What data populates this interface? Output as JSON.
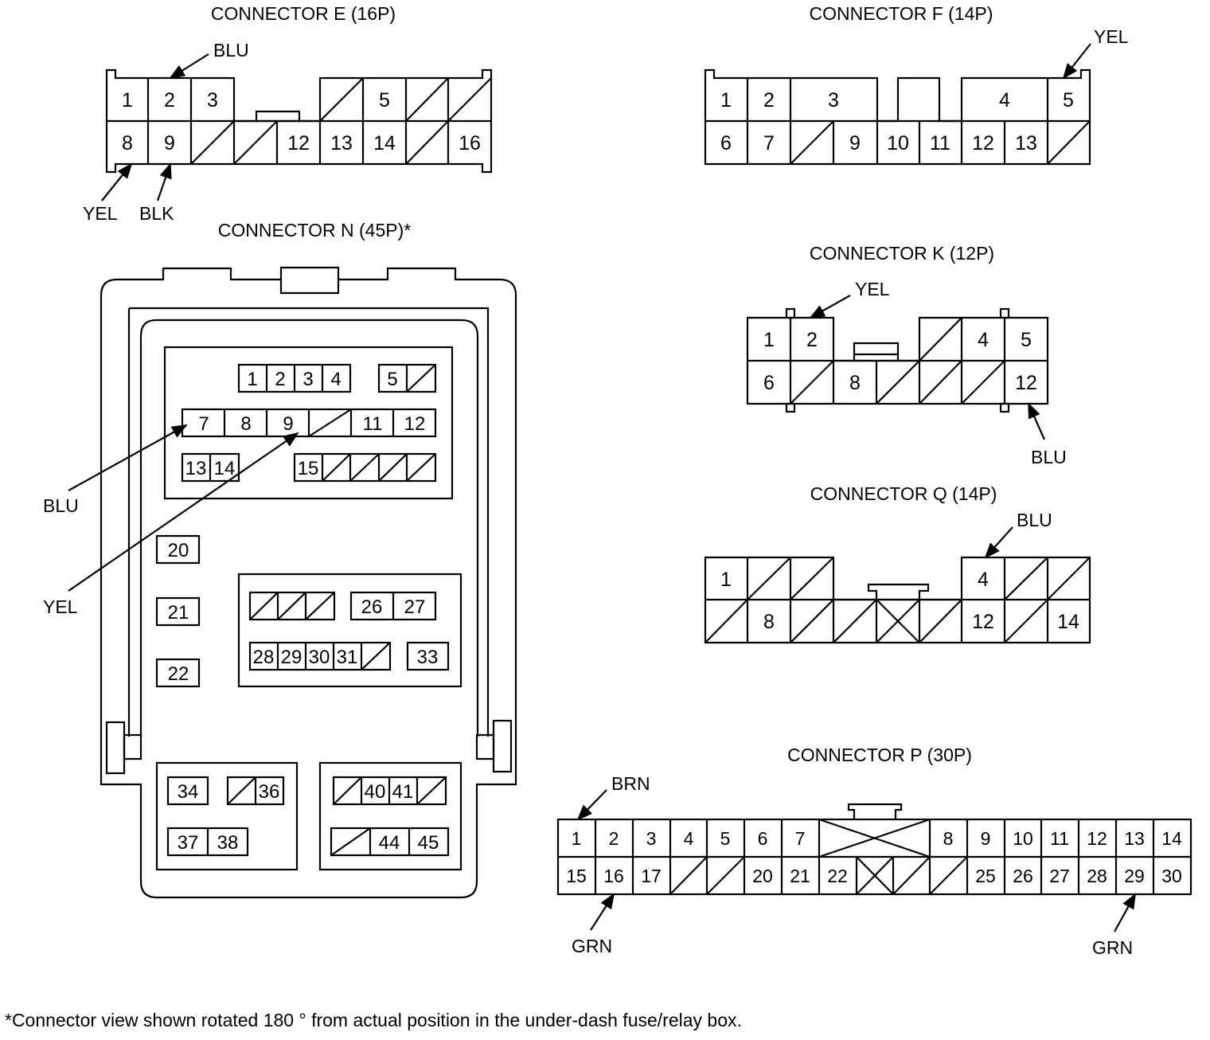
{
  "connectors": {
    "e": {
      "title": "CONNECTOR E (16P)",
      "top_pins": [
        "1",
        "2",
        "3",
        "5"
      ],
      "bottom_pins": [
        "8",
        "9",
        "12",
        "13",
        "14",
        "16"
      ],
      "wires": [
        "BLU",
        "YEL",
        "BLK"
      ]
    },
    "f": {
      "title": "CONNECTOR F (14P)",
      "top_pins": [
        "1",
        "2",
        "3",
        "4",
        "5"
      ],
      "bottom_pins": [
        "6",
        "7",
        "9",
        "10",
        "11",
        "12",
        "13"
      ],
      "wires": [
        "YEL"
      ]
    },
    "n": {
      "title": "CONNECTOR N (45P)*",
      "pins": [
        "1",
        "2",
        "3",
        "4",
        "5",
        "7",
        "8",
        "9",
        "11",
        "12",
        "13",
        "14",
        "15",
        "20",
        "21",
        "22",
        "26",
        "27",
        "28",
        "29",
        "30",
        "31",
        "33",
        "34",
        "36",
        "37",
        "38",
        "40",
        "41",
        "44",
        "45"
      ],
      "wires": [
        "BLU",
        "YEL"
      ]
    },
    "k": {
      "title": "CONNECTOR K (12P)",
      "top_pins": [
        "1",
        "2",
        "4",
        "5"
      ],
      "bottom_pins": [
        "6",
        "8",
        "12"
      ],
      "wires": [
        "YEL",
        "BLU"
      ]
    },
    "q": {
      "title": "CONNECTOR Q (14P)",
      "top_pins": [
        "1",
        "4"
      ],
      "bottom_pins": [
        "8",
        "12",
        "14"
      ],
      "wires": [
        "BLU"
      ]
    },
    "p": {
      "title": "CONNECTOR P (30P)",
      "top_pins": [
        "1",
        "2",
        "3",
        "4",
        "5",
        "6",
        "7",
        "8",
        "9",
        "10",
        "11",
        "12",
        "13",
        "14"
      ],
      "bottom_pins": [
        "15",
        "16",
        "17",
        "20",
        "21",
        "22",
        "25",
        "26",
        "27",
        "28",
        "29",
        "30"
      ],
      "wires": [
        "BRN",
        "GRN",
        "GRN"
      ]
    }
  },
  "footnote": "*Connector view shown rotated 180 ° from actual position in the under-dash fuse/relay box."
}
